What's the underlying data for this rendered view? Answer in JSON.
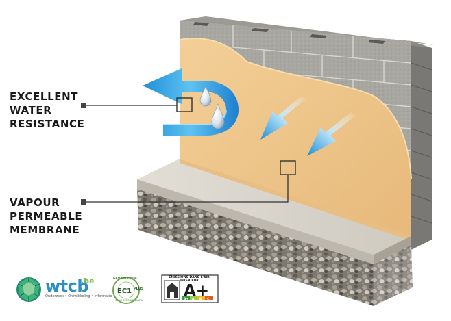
{
  "labels": {
    "water_resistance": [
      "EXCELLENT",
      "WATER",
      "RESISTANCE"
    ],
    "vapour_permeable": [
      "VAPOUR",
      "PERMEABLE",
      "MEMBRANE"
    ]
  },
  "logos": {
    "wtcb": {
      "name": "wtcb",
      "tld": ".be",
      "tagline": "Onderzoek • Ontwikkeling • Informatie"
    },
    "ec1": {
      "mark": "EC1",
      "superscript": "PLUS",
      "ring_top": "GEV EMICODE",
      "ring_bottom": "SEHR EMISSIONSARM"
    },
    "emissions": {
      "header": "ÉMISSIONS DANS L'AIR INTÉRIEUR",
      "grade": "A+",
      "scale": [
        "A+",
        "A",
        "B",
        "C"
      ]
    }
  },
  "colors": {
    "membrane": "#efc689",
    "block": "#a9a7a2",
    "slab": "#d6d2ca",
    "gravel": "#8a857c",
    "arrow_blue": "#2b9ee0",
    "arrow_light": "#e6f5fd",
    "callout": "#333333"
  },
  "icons": [
    "water-drop-icon",
    "water-repel-arrow-icon",
    "vapour-arrow-icon",
    "wtcb-logo-icon",
    "ec1-logo-icon",
    "emissions-label-icon"
  ]
}
